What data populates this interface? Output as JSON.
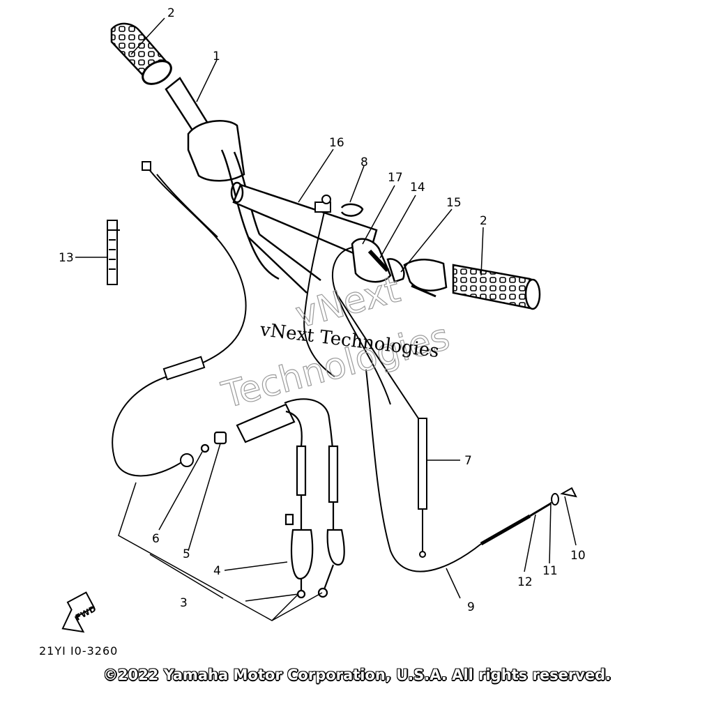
{
  "callouts": {
    "n1": "1",
    "n2a": "2",
    "n2b": "2",
    "n3": "3",
    "n4": "4",
    "n5": "5",
    "n6": "6",
    "n7": "7",
    "n8": "8",
    "n9": "9",
    "n10": "10",
    "n11": "11",
    "n12": "12",
    "n13": "13",
    "n14": "14",
    "n15": "15",
    "n16": "16",
    "n17": "17"
  },
  "fwd_label": "FWD",
  "part_code": "21YI I0-3260",
  "copyright": "©2022 Yamaha Motor Corporation, U.S.A. All rights reserved.",
  "watermark": {
    "line1": "vNext Technologies",
    "outline_top": "vNext",
    "outline_bottom": "Technologies"
  }
}
